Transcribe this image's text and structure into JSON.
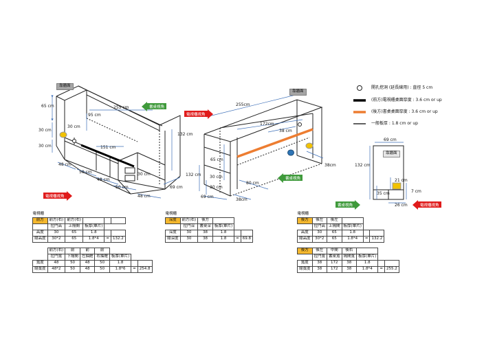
{
  "colors": {
    "orange": "#ed7d31",
    "yellow": "#f2c200",
    "blue": "#2e75b6",
    "green": "#3f9a3b",
    "red": "#e01b1b",
    "highlight": "#f5b82e"
  },
  "legend": [
    {
      "symbol": "circle",
      "label": "開孔挖洞 (延長線用) : 直徑 5 cm"
    },
    {
      "symbol": "thick-black",
      "label": "(前方)電視櫃桌面厚度 : 3.6 cm or up"
    },
    {
      "symbol": "thick-orange",
      "label": "(後方)書桌桌面厚度 : 3.6 cm or up"
    },
    {
      "symbol": "thin-black",
      "label": "一般板厚 : 1.8 cm or up"
    }
  ],
  "tags": {
    "wall_1": "靠牆面",
    "wall_2": "靠牆面",
    "wall_3": "靠牆面"
  },
  "arrows": {
    "desk_front_1": "書桌視角",
    "tv_front_1": "電視櫃視角",
    "tv_front_2": "電視櫃視角",
    "desk_front_2": "書桌視角",
    "desk_front_3": "書桌視角",
    "tv_front_3": "電視櫃視角"
  },
  "dims_left": {
    "d65": "65 cm",
    "d255": "255 cm",
    "d95": "95 cm",
    "d30a": "30 cm",
    "d30b": "30 cm",
    "d30c": "30 cm",
    "d151": "151 cm",
    "d132": "132 cm",
    "d48a": "48 cm",
    "d50a": "50 cm",
    "d48b": "48 cm",
    "d50b": "50 cm",
    "d30d": "30 cm",
    "d69": "69 cm",
    "d48c": "48 cm"
  },
  "dims_mid": {
    "d255": "255cm",
    "d172": "172cm",
    "d38a": "38 cm",
    "d65": "65 cm",
    "d38b": "38cm",
    "d132": "132 cm",
    "d30a": "30 cm",
    "d30b": "30 cm",
    "d80": "80 cm",
    "d69": "69 cm",
    "d38c": "38cm"
  },
  "dims_right": {
    "d69": "69 cm",
    "d132": "132 cm",
    "d21": "21 cm",
    "d35": "35 cm",
    "d7": "7 cm",
    "d26": "26 cm"
  },
  "tables": {
    "tv_height": {
      "title": "電視櫃",
      "header": [
        "前方",
        "前方(右)",
        "前方(右)",
        "",
        "",
        ""
      ],
      "sub": [
        "",
        "拉門高",
        "上隔間",
        "板厚(單片)",
        "",
        ""
      ],
      "rows": [
        [
          "高度",
          "30",
          "65",
          "1.8",
          "",
          ""
        ],
        [
          "總高度",
          "30*2",
          "65",
          "1.8*4",
          "=",
          "132.2"
        ]
      ]
    },
    "tv_width": {
      "header": [
        "",
        "前方(右)",
        "前",
        "前",
        "前",
        "",
        ""
      ],
      "sub": [
        "",
        "拉門寬",
        "下隔間",
        "左抽屜",
        "右抽屜",
        "板厚(單片)",
        ""
      ],
      "rows": [
        [
          "寬度",
          "48",
          "50",
          "48",
          "50",
          "1.8",
          "",
          ""
        ],
        [
          "總寬度",
          "48*2",
          "50",
          "48",
          "50",
          "1.8*6",
          "=",
          "254.8"
        ]
      ]
    },
    "tv_depth": {
      "title": "電視櫃",
      "header": [
        "深度",
        "前方(右)",
        "後方",
        "",
        "",
        ""
      ],
      "sub": [
        "",
        "拉門深",
        "書桌深",
        "板厚(單片)",
        "",
        ""
      ],
      "rows": [
        [
          "深度",
          "30",
          "38",
          "1.8",
          "",
          ""
        ],
        [
          "總深度",
          "30",
          "38",
          "1.8",
          "=",
          "69.8"
        ]
      ]
    },
    "back_height": {
      "title": "電視櫃",
      "header": [
        "後方",
        "後左",
        "後左",
        "",
        "",
        ""
      ],
      "sub": [
        "",
        "拉門高",
        "上隔間",
        "板厚(單片)",
        "",
        ""
      ],
      "rows": [
        [
          "高度",
          "30",
          "65",
          "1.8",
          "",
          ""
        ],
        [
          "總高度",
          "30*2",
          "65",
          "1.8*4",
          "=",
          "132.2"
        ]
      ]
    },
    "back_width": {
      "header": [
        "後方",
        "後左",
        "中間",
        "後右",
        "",
        ""
      ],
      "sub": [
        "",
        "拉門寬",
        "書桌寬",
        "隔間寬",
        "板厚(單片)",
        ""
      ],
      "rows": [
        [
          "寬度",
          "38",
          "172",
          "38",
          "1.8",
          "",
          ""
        ],
        [
          "總寬度",
          "38",
          "172",
          "38",
          "1.8*4",
          "=",
          "255.2"
        ]
      ]
    }
  }
}
